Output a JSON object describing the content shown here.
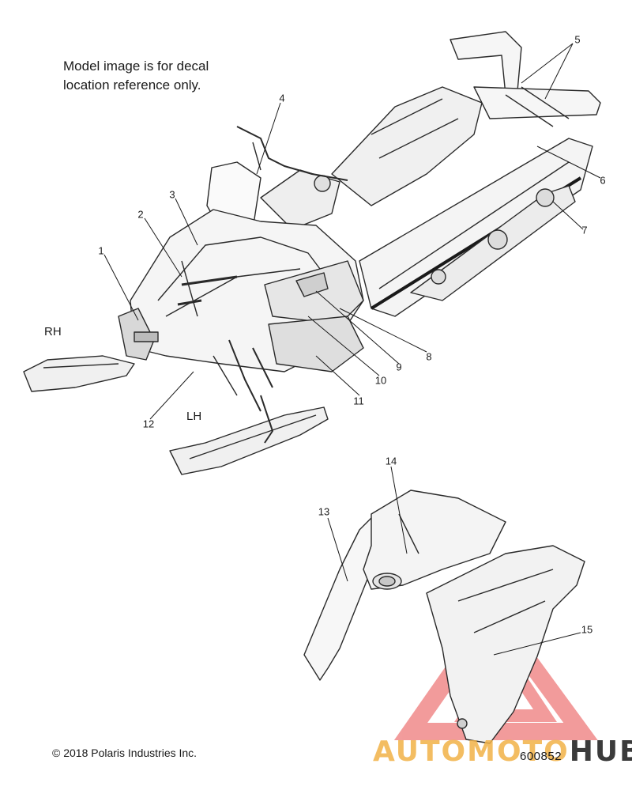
{
  "note": {
    "line1": "Model image is for decal",
    "line2": "location reference only."
  },
  "side_labels": {
    "rh": "RH",
    "lh": "LH"
  },
  "callouts": [
    {
      "id": "1",
      "label": "1"
    },
    {
      "id": "2",
      "label": "2"
    },
    {
      "id": "3",
      "label": "3"
    },
    {
      "id": "4",
      "label": "4"
    },
    {
      "id": "5",
      "label": "5"
    },
    {
      "id": "6",
      "label": "6"
    },
    {
      "id": "7",
      "label": "7"
    },
    {
      "id": "8",
      "label": "8"
    },
    {
      "id": "9",
      "label": "9"
    },
    {
      "id": "10",
      "label": "10"
    },
    {
      "id": "11",
      "label": "11"
    },
    {
      "id": "12",
      "label": "12"
    },
    {
      "id": "13",
      "label": "13"
    },
    {
      "id": "14",
      "label": "14"
    },
    {
      "id": "15",
      "label": "15"
    }
  ],
  "footer": {
    "copyright": "© 2018 Polaris Industries Inc.",
    "figure_number": "600852"
  },
  "watermark": {
    "text_part1": "AUTOMOTO",
    "text_part2": "HUB",
    "color_primary": "#e84a4a",
    "color_accent": "#f2b247"
  }
}
